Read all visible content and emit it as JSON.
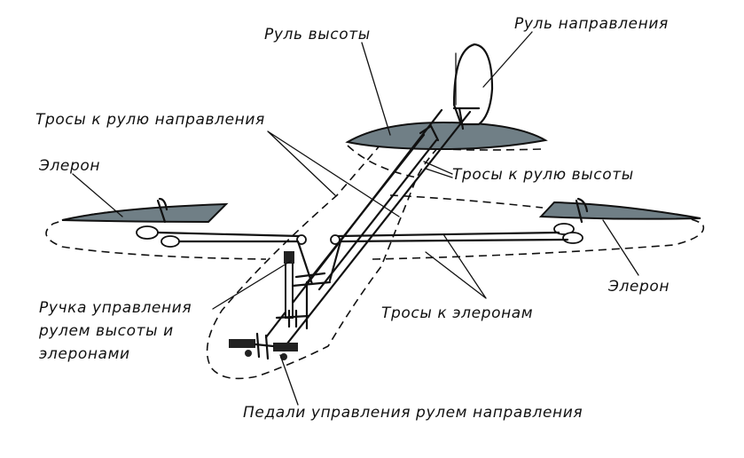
{
  "labels": {
    "elevator": "Руль высоты",
    "rudder": "Руль направления",
    "rudder_cables": "Тросы к рулю направления",
    "elevator_cables": "Тросы к рулю высоты",
    "aileron_left": "Элерон",
    "aileron_right": "Элерон",
    "stick_line1": "Ручка управления",
    "stick_line2": "рулем высоты и",
    "stick_line3": "элеронами",
    "aileron_cables": "Тросы к элеронам",
    "pedals": "Педали управления рулем направления"
  },
  "colors": {
    "surface_fill": "#707f86",
    "line": "#111111"
  }
}
